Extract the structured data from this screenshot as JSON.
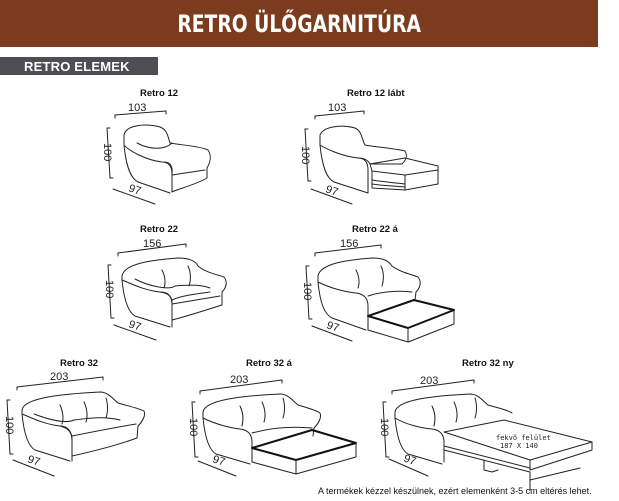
{
  "header": {
    "title": "RETRO ÜLŐGARNITÚRA",
    "background_color": "#7b3b1d"
  },
  "section": {
    "label": "RETRO ELEMEK",
    "background_color": "#4d4e54"
  },
  "items": [
    {
      "name": "Retro 12",
      "width": "103",
      "height": "100",
      "depth": "97",
      "type": "armchair"
    },
    {
      "name": "Retro 12 lábt",
      "width": "103",
      "height": "100",
      "depth": "97",
      "type": "armchair-with-footrest"
    },
    {
      "name": "Retro 22",
      "width": "156",
      "height": "100",
      "depth": "97",
      "type": "two-seater"
    },
    {
      "name": "Retro 22 á",
      "width": "156",
      "height": "100",
      "depth": "97",
      "type": "two-seater-with-storage"
    },
    {
      "name": "Retro 32",
      "width": "203",
      "height": "100",
      "depth": "97",
      "type": "three-seater"
    },
    {
      "name": "Retro 32 á",
      "width": "203",
      "height": "100",
      "depth": "97",
      "type": "three-seater-with-storage"
    },
    {
      "name": "Retro 32 ny",
      "width": "203",
      "height": "100",
      "depth": "97",
      "type": "three-seater-sofa-bed",
      "bed_label": "fekvő felület",
      "bed_size": "187 X 140"
    }
  ],
  "footnote": "A termékek kézzel készülnek, ezért elemenként 3-5 cm eltérés lehet."
}
